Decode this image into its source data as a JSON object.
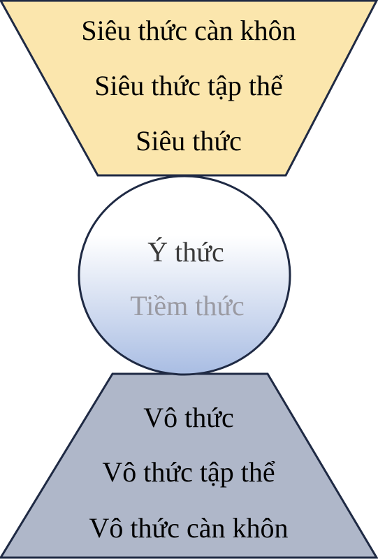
{
  "top_section": {
    "lines": [
      "Siêu thức càn khôn",
      "Siêu thức tập thể",
      "Siêu thức"
    ],
    "fill": "#fbe6ad"
  },
  "middle_section": {
    "lines": [
      "Ý thức",
      "Tiềm thức"
    ],
    "line_colors": [
      "#3a3a3a",
      "#9a9aa2"
    ],
    "gradient": [
      "#ffffff",
      "#a9bde3"
    ]
  },
  "bottom_section": {
    "lines": [
      "Vô thức",
      "Vô thức tập thể",
      "Vô thức càn khôn"
    ],
    "fill": "#afb7c9"
  },
  "colors": {
    "outline": "#1f2a44",
    "text": "#000000"
  }
}
